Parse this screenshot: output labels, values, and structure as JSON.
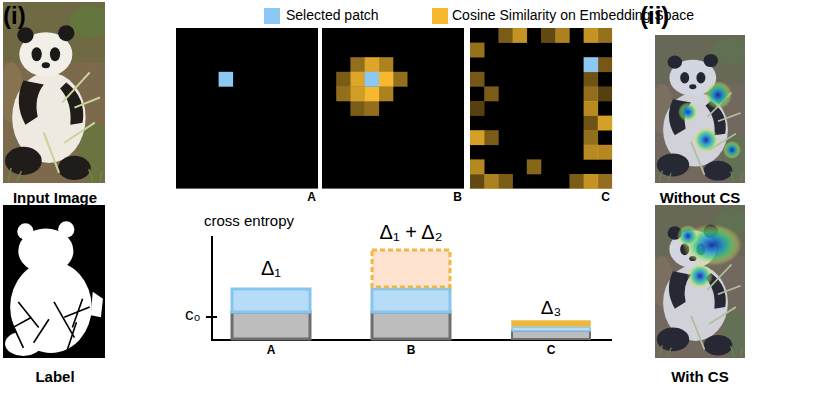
{
  "diagram": {
    "nodes": [
      {
        "text": [
          "A"
        ]
      },
      {
        "text": [
          "B"
        ]
      },
      {
        "text": [
          "C"
        ]
      }
    ],
    "labels": [
      "(i)",
      "Input Image",
      "Label",
      "cross entropy",
      "Δ₁",
      "Δ₁ + Δ₂",
      "c₀",
      "Δ₃",
      "A",
      "B",
      "C",
      "(ii)",
      "Without CS",
      "With CS"
    ],
    "legend": [
      {
        "text": "Selected patch",
        "color": "#8cc8f2"
      },
      {
        "text": "Cosine Similarity on Embedding Space",
        "color": "#f5b82e"
      }
    ]
  }
}
